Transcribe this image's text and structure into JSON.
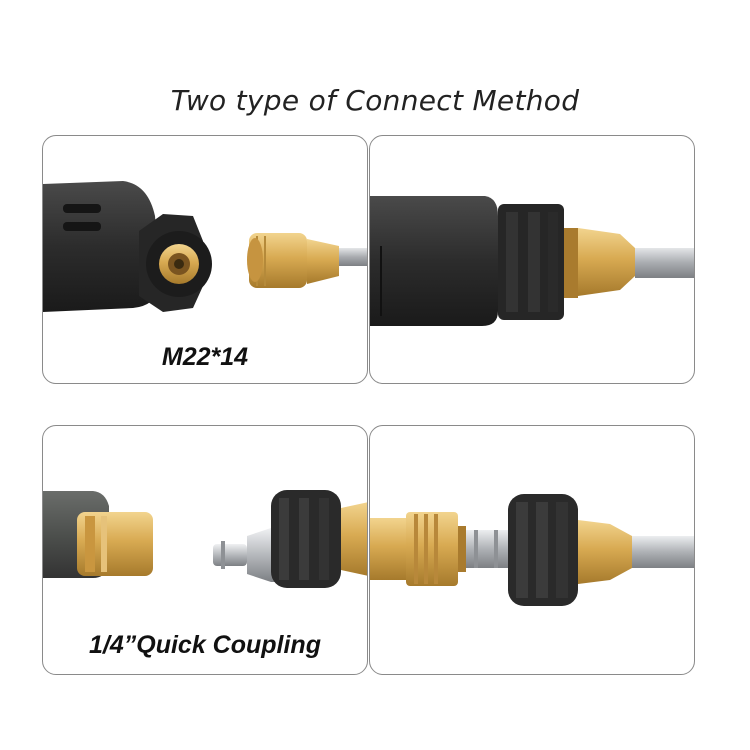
{
  "title": "Two type of Connect Method",
  "panels": [
    {
      "caption": "M22*14"
    },
    {
      "caption": ""
    },
    {
      "caption": "1/4”Quick Coupling"
    },
    {
      "caption": ""
    }
  ],
  "colors": {
    "brass": "#d8aa52",
    "rubber": "#2e2e2e",
    "steel": "#b9bcc0",
    "border": "#8a8a8a"
  }
}
